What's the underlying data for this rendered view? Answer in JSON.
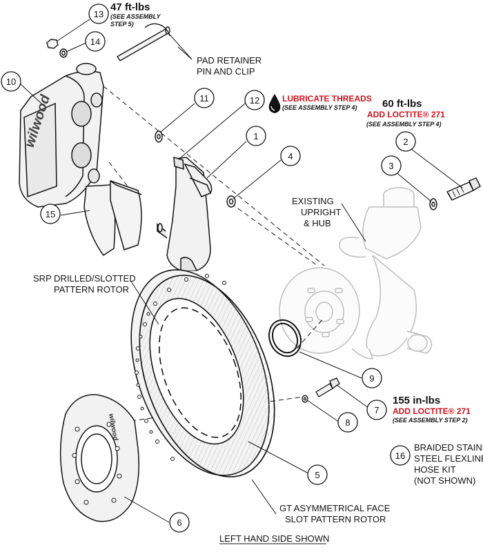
{
  "callouts": [
    {
      "n": "13"
    },
    {
      "n": "14"
    },
    {
      "n": "10"
    },
    {
      "n": "11"
    },
    {
      "n": "12"
    },
    {
      "n": "1"
    },
    {
      "n": "4"
    },
    {
      "n": "2"
    },
    {
      "n": "3"
    },
    {
      "n": "15"
    },
    {
      "n": "9"
    },
    {
      "n": "7"
    },
    {
      "n": "8"
    },
    {
      "n": "16"
    },
    {
      "n": "5"
    },
    {
      "n": "6"
    }
  ],
  "labels": {
    "torque_47": "47 ft-lbs",
    "step5_line1": "(SEE ASSEMBLY",
    "step5_line2": "STEP 5)",
    "pad_retainer_line1": "PAD RETAINER",
    "pad_retainer_line2": "PIN AND CLIP",
    "lubricate": "LUBRICATE THREADS",
    "lubricate_note": "(SEE ASSEMBLY STEP 4)",
    "torque_60": "60 ft-lbs",
    "loctite_60": "ADD LOCTITE® 271",
    "step4_note": "(SEE ASSEMBLY STEP 4)",
    "existing_line1": "EXISTING",
    "existing_line2": "UPRIGHT",
    "existing_line3": "& HUB",
    "srp_line1": "SRP DRILLED/SLOTTED",
    "srp_line2": "PATTERN ROTOR",
    "torque_155": "155 in-lbs",
    "loctite_155": "ADD LOCTITE® 271",
    "step2_note": "(SEE ASSEMBLY STEP 2)",
    "flexline_line1": "BRAIDED STAINLESS",
    "flexline_line2": "STEEL FLEXLINE",
    "flexline_line3": "HOSE KIT",
    "flexline_line4": "(NOT SHOWN)",
    "gt_line1": "GT ASYMMETRICAL FACE",
    "gt_line2": "SLOT PATTERN ROTOR",
    "footer": "LEFT HAND SIDE SHOWN",
    "caliper_brand": "wilwood"
  },
  "colors": {
    "line": "#111111",
    "accent_red": "#d0121b",
    "part_fill": "#f4f4f4",
    "part_shade": "#d9d9d9"
  }
}
